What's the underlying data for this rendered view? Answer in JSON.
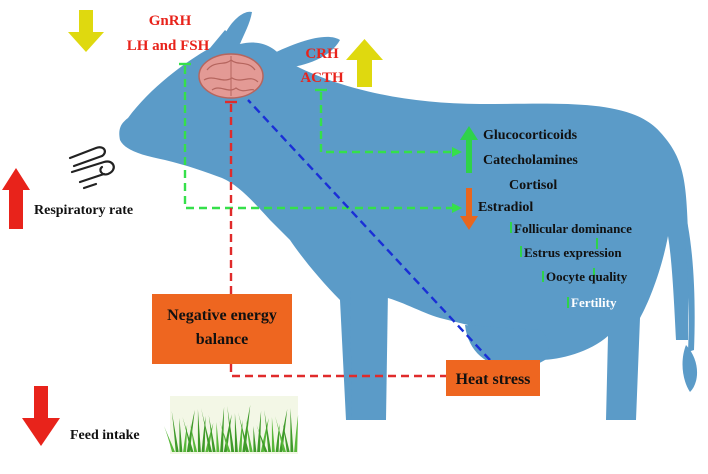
{
  "hormones_top_left": {
    "line1": "GnRH",
    "line2": "LH and FSH",
    "trend": "down"
  },
  "hormones_top_right": {
    "line1": "CRH",
    "line2": "ACTH",
    "trend": "up"
  },
  "stress_hormones": {
    "items": [
      "Glucocorticoids",
      "Catecholamines",
      "Cortisol"
    ],
    "trend": "up"
  },
  "estradiol": {
    "label": "Estradiol",
    "trend": "down"
  },
  "reproductive_outcomes": {
    "items": [
      "Follicular dominance",
      "Estrus expression",
      "Oocyte quality",
      "Fertility"
    ]
  },
  "respiratory": {
    "label": "Respiratory rate",
    "trend": "up"
  },
  "feed": {
    "label": "Feed intake",
    "trend": "down"
  },
  "boxes": {
    "negative_energy": "Negative energy balance",
    "heat_stress": "Heat stress"
  },
  "colors": {
    "cow_body": "#5b9bc8",
    "red_text": "#e8231b",
    "yellow_arrow": "#dfd90f",
    "green_arrow": "#2fd24a",
    "orange_arrow": "#e8661e",
    "red_arrow": "#e8231b",
    "box_fill": "#ee6620",
    "red_dashed": "#e02b2b",
    "blue_dashed": "#1a2fd6",
    "green_dashed": "#35e04a",
    "white_text": "#ffffff"
  },
  "icons": [
    "brain-icon",
    "wind-icon",
    "grass-icon"
  ]
}
